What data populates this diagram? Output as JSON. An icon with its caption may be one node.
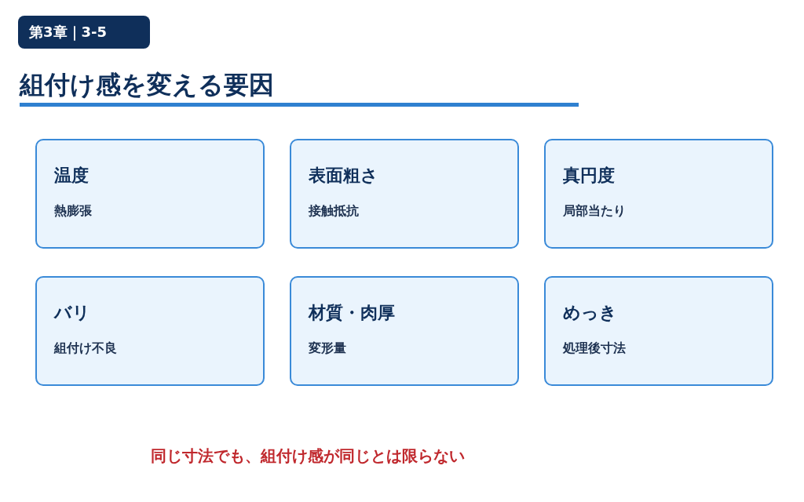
{
  "diagram": {
    "title": "組付け感を変える要因",
    "caption": "同じ寸法でも、組付け感が同じとは限らない",
    "labels": [
      "第3章｜3-5"
    ],
    "nodes": [
      {
        "text": [
          "温度",
          "熱膨張"
        ]
      },
      {
        "text": [
          "表面粗さ",
          "接触抵抗"
        ]
      },
      {
        "text": [
          "真円度",
          "局部当たり"
        ]
      },
      {
        "text": [
          "バリ",
          "組付け不良"
        ]
      },
      {
        "text": [
          "材質・肉厚",
          "変形量"
        ]
      },
      {
        "text": [
          "めっき",
          "処理後寸法"
        ]
      }
    ]
  }
}
